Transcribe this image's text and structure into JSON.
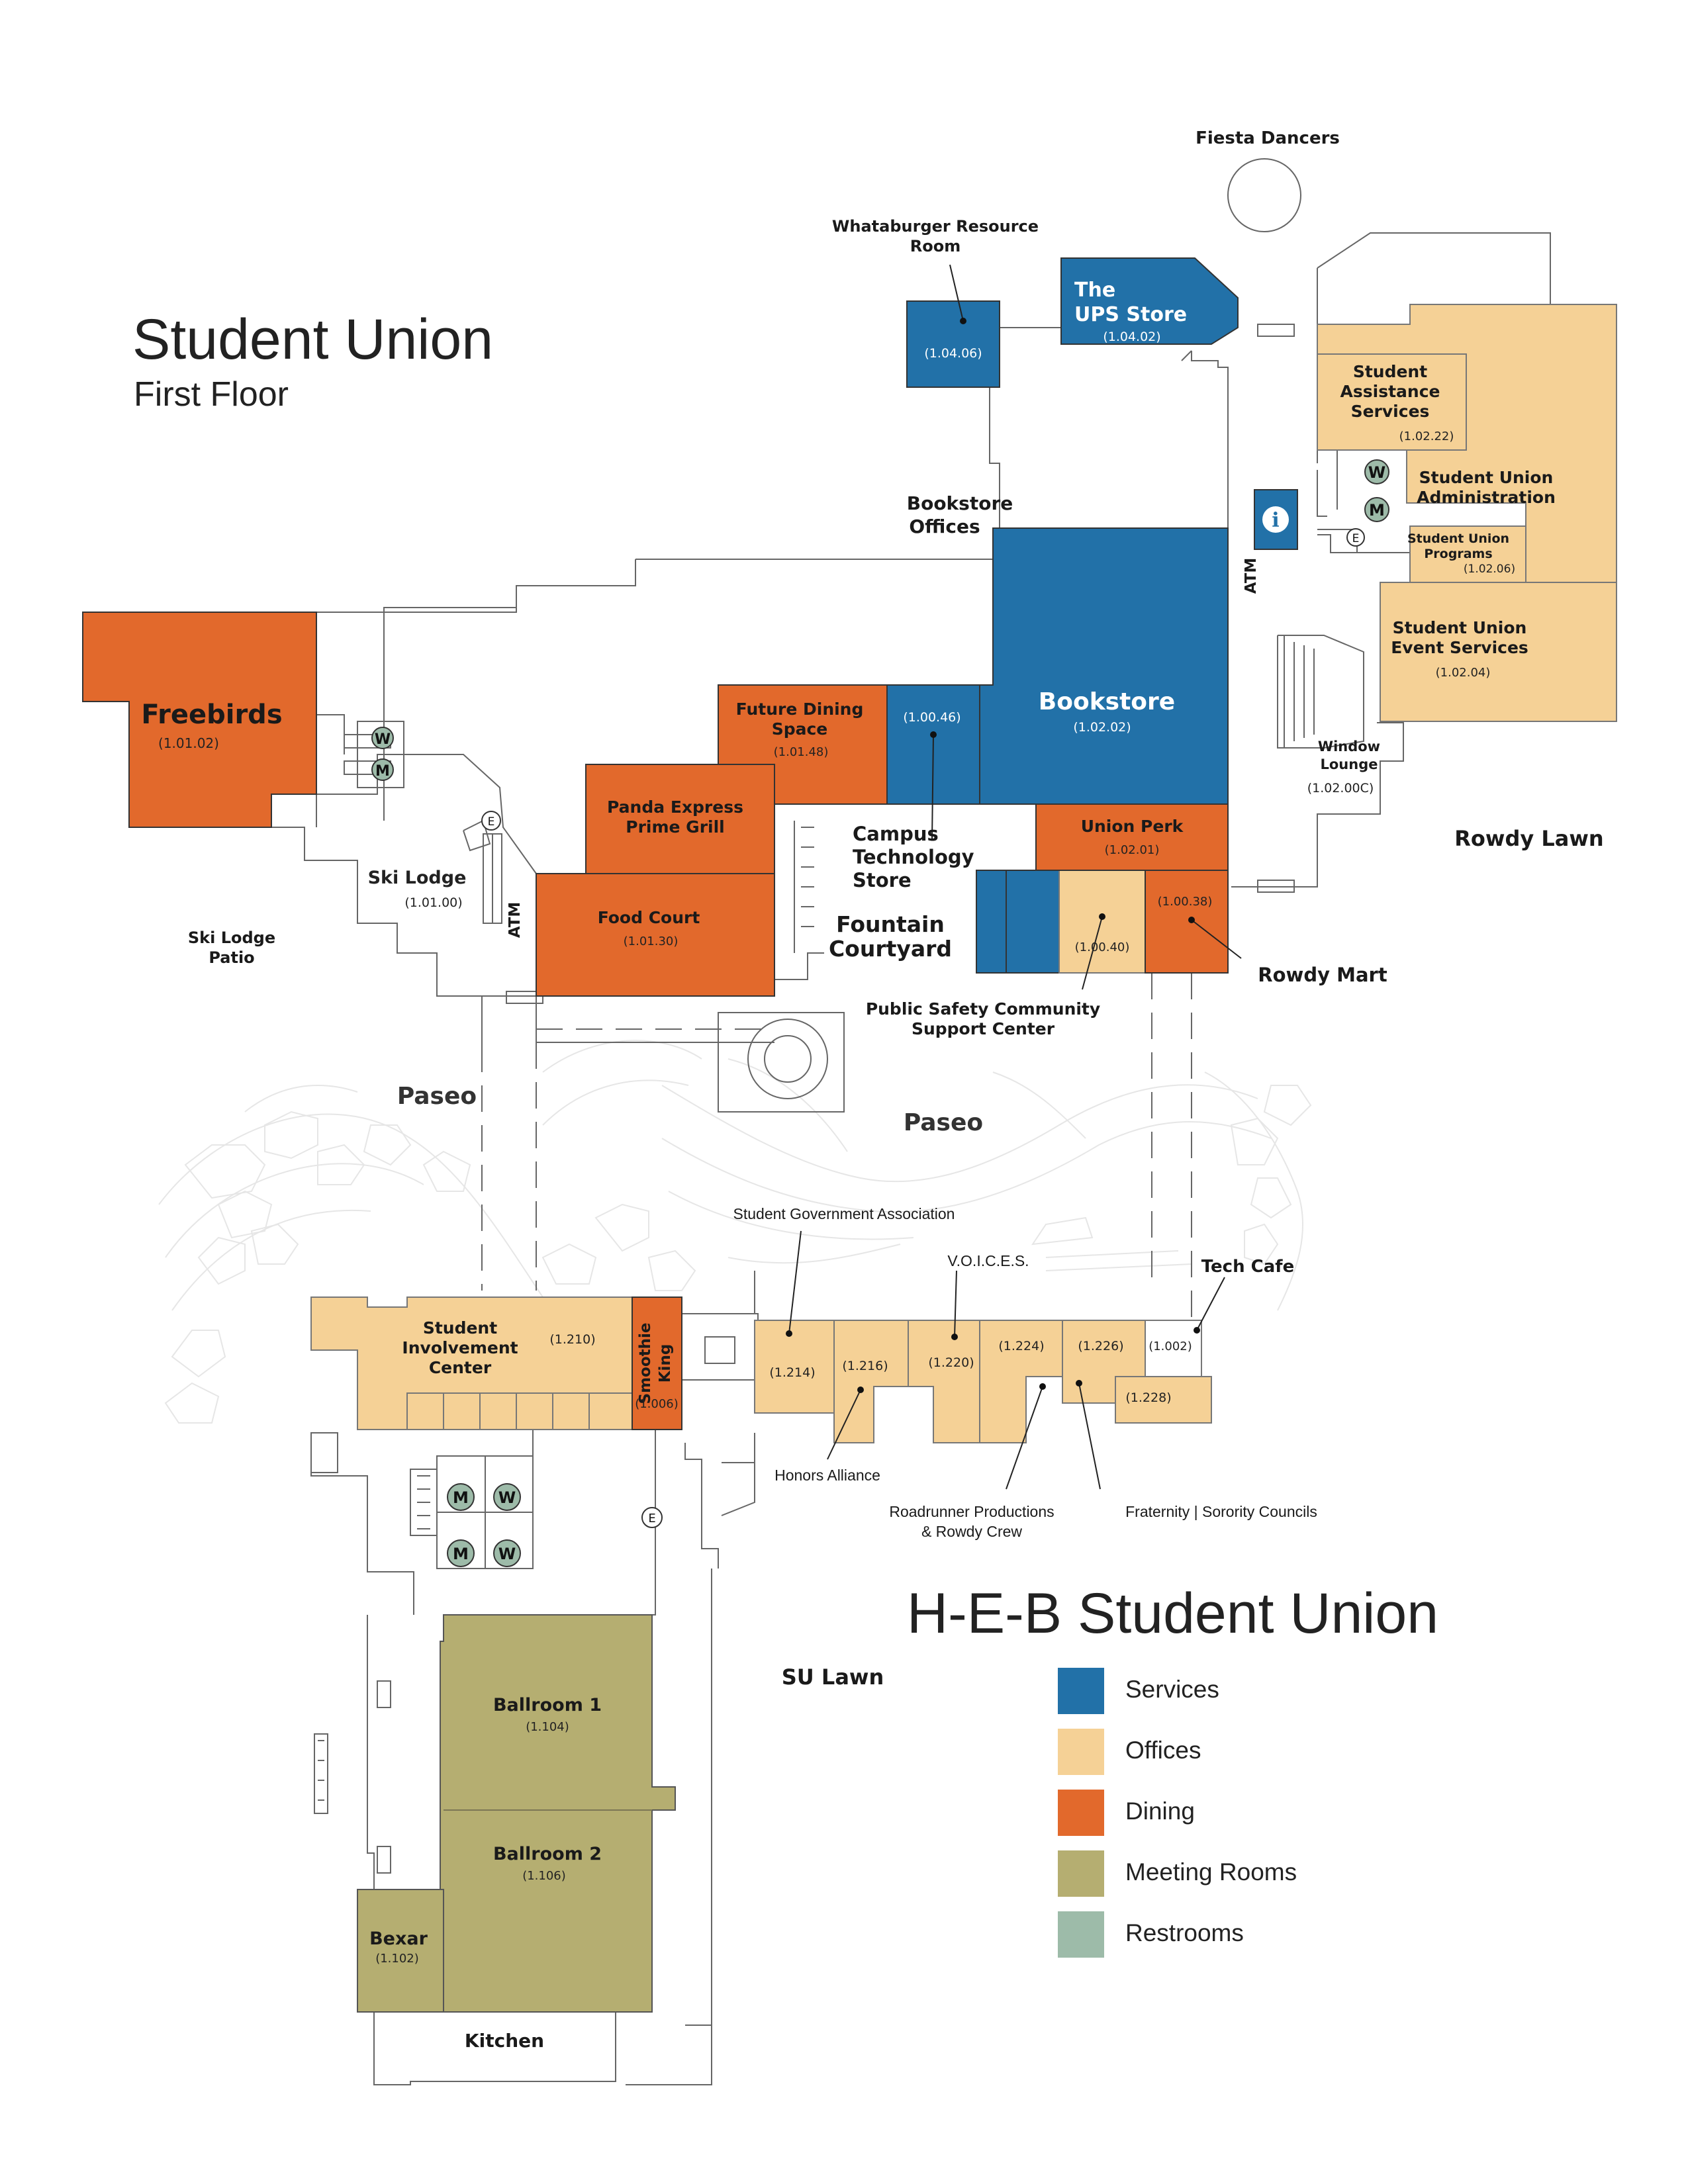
{
  "title": "Student Union",
  "subtitle": "First Floor",
  "building_title": "H-E-B Student Union",
  "colors": {
    "services": "#2271a8",
    "offices": "#f5d196",
    "dining": "#e2692c",
    "meeting": "#b5ae71",
    "restrooms": "#9dbba9"
  },
  "legend": [
    {
      "label": "Services",
      "category": "services"
    },
    {
      "label": "Offices",
      "category": "offices"
    },
    {
      "label": "Dining",
      "category": "dining"
    },
    {
      "label": "Meeting Rooms",
      "category": "meeting"
    },
    {
      "label": "Restrooms",
      "category": "restrooms"
    }
  ],
  "rooms": {
    "freebirds": {
      "name": "Freebirds",
      "number": "(1.01.02)"
    },
    "ski_lodge": {
      "name": "Ski Lodge",
      "number": "(1.01.00)"
    },
    "panda": {
      "name": "Panda Express Prime Grill"
    },
    "food_court": {
      "name": "Food Court",
      "number": "(1.01.30)"
    },
    "future_dining": {
      "name": "Future Dining Space",
      "number": "(1.01.48)"
    },
    "cts": {
      "number": "(1.00.46)"
    },
    "bookstore": {
      "name": "Bookstore",
      "number": "(1.02.02)"
    },
    "union_perk": {
      "name": "Union Perk",
      "number": "(1.02.01)"
    },
    "rowdy_mart_num": {
      "number": "(1.00.38)"
    },
    "public_safety_num": {
      "number": "(1.00.40)"
    },
    "whataburger_num": {
      "number": "(1.04.06)"
    },
    "ups": {
      "name1": "The",
      "name2": "UPS Store",
      "number": "(1.04.02)"
    },
    "sas": {
      "name": "Student Assistance Services",
      "number": "(1.02.22)"
    },
    "sua": {
      "name": "Student Union Administration"
    },
    "sup": {
      "name": "Student Union Programs",
      "number": "(1.02.06)"
    },
    "sues": {
      "name": "Student Union Event Services",
      "number": "(1.02.04)"
    },
    "window_lounge": {
      "name": "Window Lounge",
      "number": "(1.02.00C)"
    },
    "sic": {
      "name": "Student Involvement Center",
      "number": "(1.210)"
    },
    "smoothie": {
      "name": "Smoothie King",
      "number": "(1.006)"
    },
    "r1214": {
      "number": "(1.214)"
    },
    "r1216": {
      "number": "(1.216)"
    },
    "r1220": {
      "number": "(1.220)"
    },
    "r1224": {
      "number": "(1.224)"
    },
    "r1226": {
      "number": "(1.226)"
    },
    "r1002": {
      "number": "(1.002)"
    },
    "r1228": {
      "number": "(1.228)"
    },
    "ballroom1": {
      "name": "Ballroom 1",
      "number": "(1.104)"
    },
    "ballroom2": {
      "name": "Ballroom 2",
      "number": "(1.106)"
    },
    "bexar": {
      "name": "Bexar",
      "number": "(1.102)"
    },
    "kitchen": {
      "name": "Kitchen"
    }
  },
  "callouts": {
    "fiesta_dancers": "Fiesta Dancers",
    "whataburger_l1": "Whataburger Resource",
    "whataburger_l2": "Room",
    "bookstore_offices_l1": "Bookstore",
    "bookstore_offices_l2": "Offices",
    "atm1": "ATM",
    "atm2": "ATM",
    "ski_lodge_patio_l1": "Ski Lodge",
    "ski_lodge_patio_l2": "Patio",
    "cts_l1": "Campus",
    "cts_l2": "Technology",
    "cts_l3": "Store",
    "fountain_l1": "Fountain",
    "fountain_l2": "Courtyard",
    "rowdy_mart": "Rowdy Mart",
    "rowdy_lawn": "Rowdy Lawn",
    "public_safety_l1": "Public Safety Community",
    "public_safety_l2": "Support Center",
    "paseo1": "Paseo",
    "paseo2": "Paseo",
    "sga": "Student Government Association",
    "voices": "V.O.I.C.E.S.",
    "tech_cafe": "Tech Cafe",
    "honors": "Honors Alliance",
    "roadrunner_l1": "Roadrunner Productions",
    "roadrunner_l2": "& Rowdy Crew",
    "fraternity": "Fraternity | Sorority Councils",
    "su_lawn": "SU Lawn"
  },
  "markers": {
    "w": "W",
    "m": "M",
    "e": "E",
    "info": "i"
  }
}
